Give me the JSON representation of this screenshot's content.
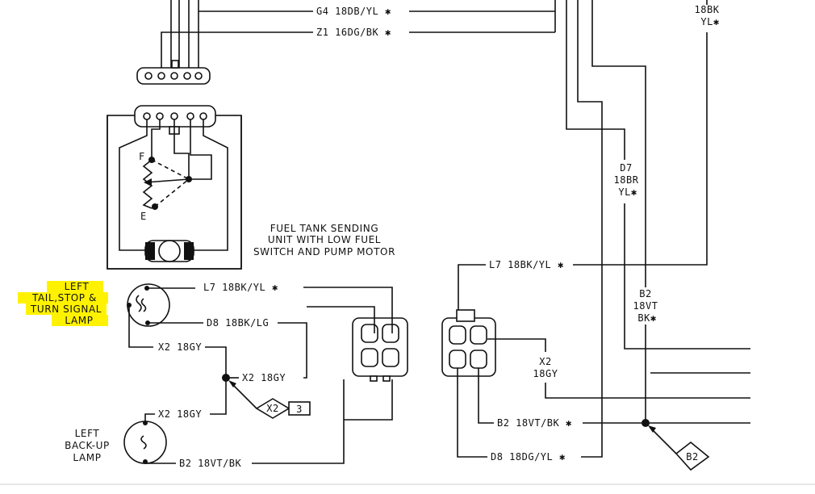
{
  "wire_labels": {
    "g4": "G4  18DB/YL ✱",
    "z1": "Z1  16DG/BK ✱",
    "top_right_1": "18BK",
    "top_right_2": "YL✱",
    "d7_1": "D7",
    "d7_2": "18BR",
    "d7_3": "YL✱",
    "l7_left": "L7  18BK/YL ✱",
    "d8_left": "D8  18BK/LG",
    "x2_a": "X2  18GY",
    "x2_b": "X2  18GY",
    "x2_c": "X2  18GY",
    "b2_left": "B2  18VT/BK",
    "l7_right": "L7  18BK/YL ✱",
    "b2_v1": "B2",
    "b2_v2": "18VT",
    "b2_v3": "BK✱",
    "x2_right_1": "X2",
    "x2_right_2": "18GY",
    "b2_right": "B2  18VT/BK ✱",
    "d8_right": "D8  18DG/YL ✱"
  },
  "fuel_tank": {
    "line1": "FUEL TANK SENDING",
    "line2": "UNIT WITH LOW FUEL",
    "line3": "SWITCH AND PUMP MOTOR",
    "terminal_f": "F",
    "terminal_e": "E"
  },
  "left_tail_lamp": {
    "line1": "LEFT",
    "line2": "TAIL,STOP &",
    "line3": "TURN SIGNAL",
    "line4": "LAMP",
    "highlight_color": "#fff200"
  },
  "left_backup_lamp": {
    "line1": "LEFT",
    "line2": "BACK-UP",
    "line3": "LAMP"
  },
  "connector_refs": {
    "x2_ref": "X2",
    "x2_ref_page": "3",
    "b2_ref": "B2"
  }
}
